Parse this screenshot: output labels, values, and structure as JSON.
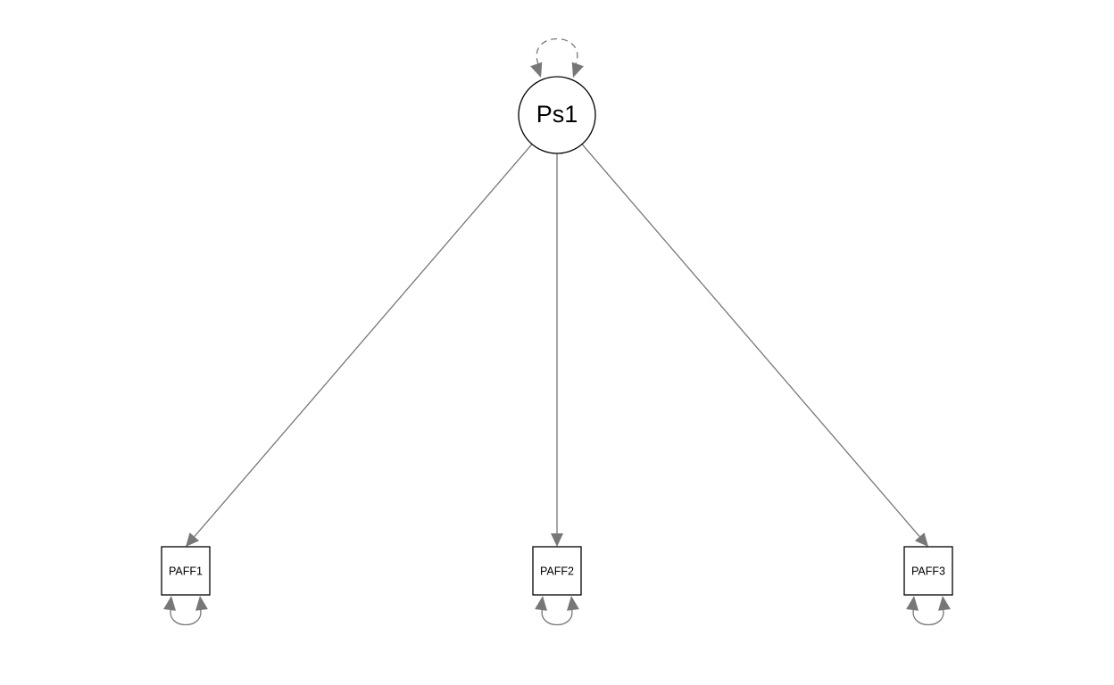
{
  "diagram": {
    "type": "path-diagram",
    "latent": {
      "id": "Ps1",
      "label": "Ps1",
      "residual_style": "dashed"
    },
    "observed": [
      {
        "id": "PAFF1",
        "label": "PAFF1"
      },
      {
        "id": "PAFF2",
        "label": "PAFF2"
      },
      {
        "id": "PAFF3",
        "label": "PAFF3"
      }
    ],
    "edges": [
      {
        "from": "Ps1",
        "to": "PAFF1"
      },
      {
        "from": "Ps1",
        "to": "PAFF2"
      },
      {
        "from": "Ps1",
        "to": "PAFF3"
      }
    ],
    "colors": {
      "edge": "#777777",
      "node_stroke": "#000000",
      "background": "#ffffff"
    }
  }
}
